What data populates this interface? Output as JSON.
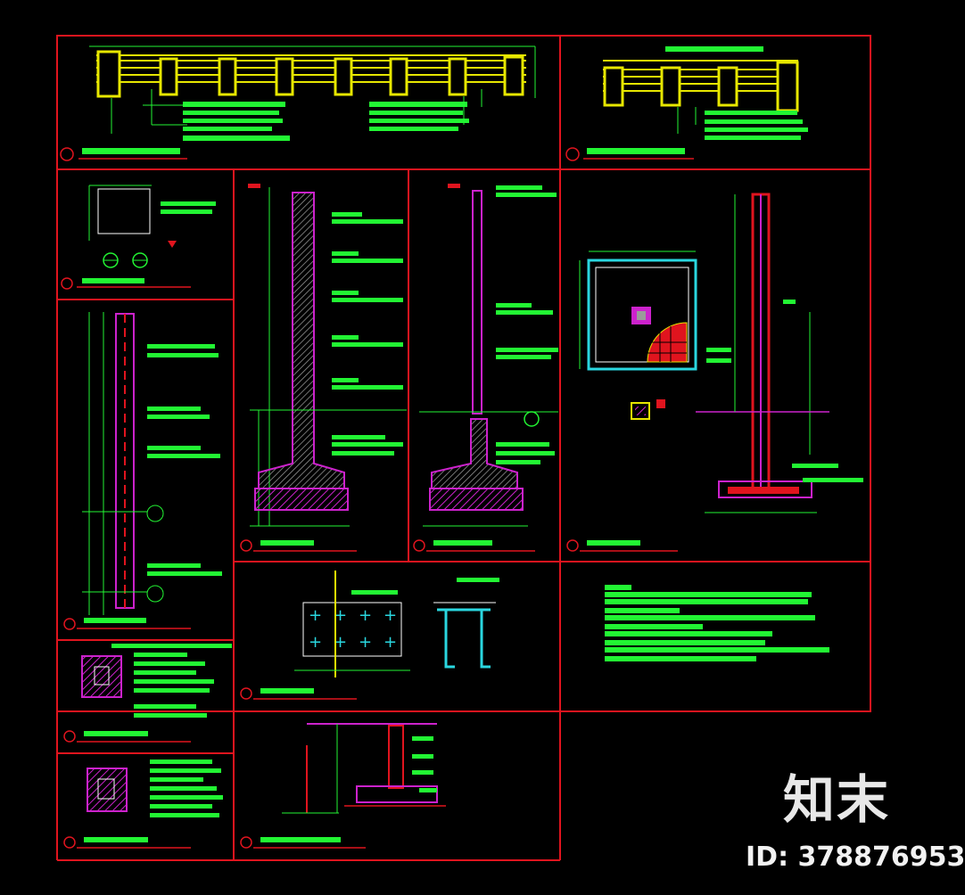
{
  "watermark": {
    "brand": "知末",
    "id_label": "ID:",
    "id_value": "378876953"
  },
  "colors": {
    "background": "#000000",
    "frame": "#e0141e",
    "annotation": "#22f533",
    "wall": "#cc22cc",
    "dimension": "#e7e700",
    "detail": "#2ad7e0"
  }
}
